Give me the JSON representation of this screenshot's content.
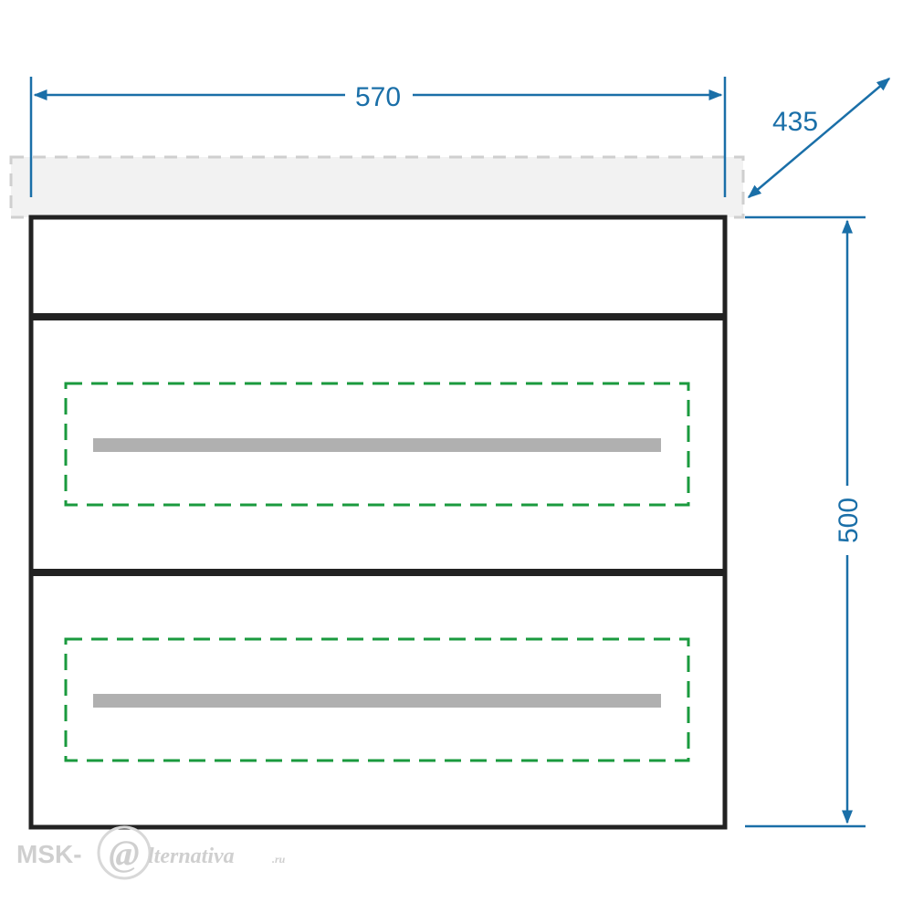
{
  "dimensions": {
    "width": "570",
    "depth": "435",
    "height": "500"
  },
  "watermark": {
    "prefix": "MSK-",
    "at": "@",
    "suffix": "lternativa",
    "tld": ".ru"
  },
  "colors": {
    "dimension": "#1a6fa8",
    "outline": "#222222",
    "handle_zone": "#1a9a3e",
    "handle": "#b0b0b0",
    "countertop_fill": "#f2f2f2",
    "countertop_stroke": "#c8c8c8",
    "watermark": "#cfcfcf"
  }
}
